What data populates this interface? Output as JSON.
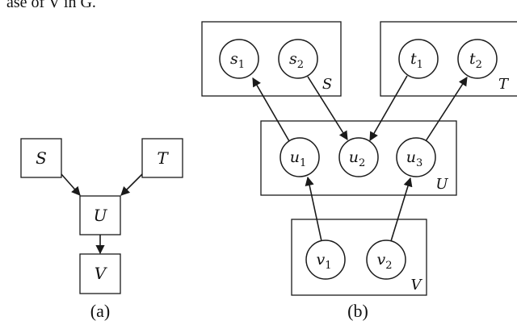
{
  "header_fragment": "ase of V in G.",
  "diagram_a": {
    "caption": "(a)",
    "nodes": {
      "S": "S",
      "T": "T",
      "U": "U",
      "V": "V"
    }
  },
  "diagram_b": {
    "caption": "(b)",
    "groups": {
      "S": "S",
      "T": "T",
      "U": "U",
      "V": "V"
    },
    "nodes": {
      "s1": {
        "base": "s",
        "sub": "1"
      },
      "s2": {
        "base": "s",
        "sub": "2"
      },
      "t1": {
        "base": "t",
        "sub": "1"
      },
      "t2": {
        "base": "t",
        "sub": "2"
      },
      "u1": {
        "base": "u",
        "sub": "1"
      },
      "u2": {
        "base": "u",
        "sub": "2"
      },
      "u3": {
        "base": "u",
        "sub": "3"
      },
      "v1": {
        "base": "v",
        "sub": "1"
      },
      "v2": {
        "base": "v",
        "sub": "2"
      }
    }
  },
  "colors": {
    "stroke": "#1a1a1a",
    "background": "#ffffff"
  }
}
